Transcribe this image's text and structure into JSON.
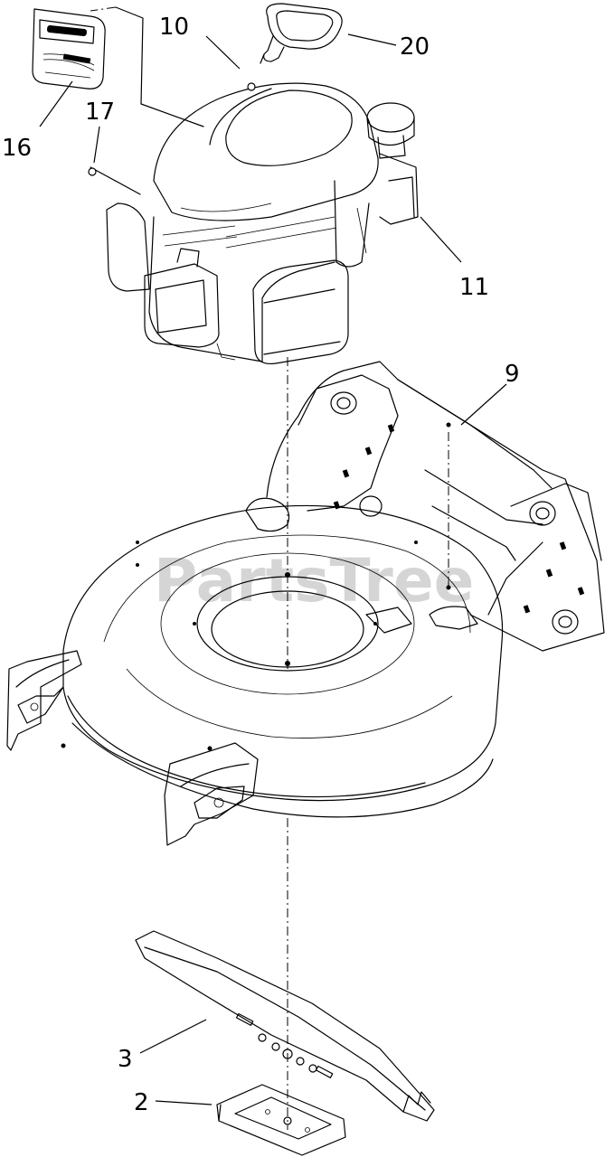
{
  "watermark": "PartsTree",
  "callouts": [
    {
      "label": "10"
    },
    {
      "label": "20"
    },
    {
      "label": "16"
    },
    {
      "label": "17"
    },
    {
      "label": "11"
    },
    {
      "label": "9"
    },
    {
      "label": "3"
    },
    {
      "label": "2"
    }
  ]
}
